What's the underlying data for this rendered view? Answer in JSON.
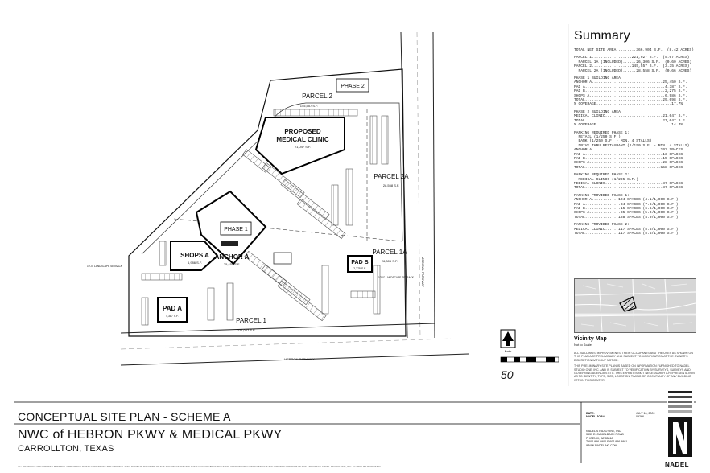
{
  "sheet": {
    "title": "CONCEPTUAL SITE PLAN - SCHEME A",
    "project": "NWC of HEBRON PKWY & MEDICAL PKWY",
    "location": "CARROLLTON, TEXAS",
    "date_label": "DATE:",
    "date_value": "JULY 10, 2009",
    "job_label": "NADEL JOB#",
    "job_value": "09266",
    "firm_lines": [
      "NADEL STUDIO ONE, INC.",
      "3333 E. CAMELBACK ROAD",
      "PHOENIX, AZ 85018",
      "T 602.956.9900   F 602.956.9901",
      "WWW.NADELINC.COM"
    ],
    "logo_text": "NADEL",
    "disclaimer": "ALL DRAWINGS AND WRITTEN MATERIAL APPEARING HEREIN CONSTITUTE THE ORIGINAL AND UNPUBLISHED WORK OF THE ARCHITECT AND THE SAME MAY NOT BE DUPLICATED, USED OR DISCLOSED WITHOUT THE WRITTEN CONSENT OF THE ARCHITECT. NADEL STUDIO ONE, INC. ALL RIGHTS RESERVED."
  },
  "plan": {
    "parcel_2": "PARCEL 2",
    "phase_2": "PHASE 2",
    "parcel_2_area": "145,557 S.F.",
    "proposed_1": "PROPOSED",
    "proposed_2": "MEDICAL CLINIC",
    "clinic_area": "21,047 S.F.",
    "parcel_2a": "PARCEL 2A",
    "parcel_2a_area": "28,558 S.F.",
    "phase_1": "PHASE 1",
    "anchor_a": "ANCHOR A",
    "anchor_area": "25,450 S.F.",
    "shops_a": "SHOPS A",
    "shops_area": "6,986 S.F.",
    "pad_b": "PAD B",
    "pad_b_area": "2,275 S.F.",
    "parcel_1a": "PARCEL 1A",
    "parcel_1a_area": "26,306 S.F.",
    "pad_a": "PAD A",
    "pad_a_area": "4,387 S.F.",
    "parcel_1": "PARCEL 1",
    "parcel_1_area": "221,027 S.F.",
    "hebron": "HEBRON PARKWAY",
    "medical": "MEDICAL PARKWAY",
    "setback_left": "10'-0\" LANDSCAPE SETBACK",
    "setback_right": "10'-0\" LANDSCAPE SETBACK",
    "scale": "50",
    "north": "North"
  },
  "summary": {
    "title": "Summary",
    "blocks": [
      [
        "TOTAL NET SITE AREA.........366,904 S.F.  (8.42 ACRES)"
      ],
      [
        "PARCEL 1..................221,027 S.F.  (5.07 ACRES)",
        "  PARCEL 1A (INCLUDED)......26,306 S.F.  (0.60 ACRES)",
        "PARCEL 2..................145,557 S.F.  (3.35 ACRES)",
        "  PARCEL 2A (INCLUDED)......28,558 S.F.  (0.66 ACRES)"
      ],
      [
        "PHASE 1 BUILDING AREA",
        "ANCHOR A................................25,450 S.F.",
        "PAD A....................................4,387 S.F.",
        "PAD B....................................2,275 S.F.",
        "SHOPS A..................................6,986 S.F.",
        "TOTAL...................................29,098 S.F.",
        "% COVERAGE..................................17.7%"
      ],
      [
        "PHASE 2 BUILDING AREA",
        "MEDICAL CLINIC..........................21,047 S.F.",
        "TOTAL...................................21,047 S.F.",
        "% COVERAGE..................................14.4%"
      ],
      [
        "PARKING REQUIRED PHASE 1:",
        "  RETAIL (1/250 S.F.)",
        "  BANK (1/250 S.F. - MIN. 4 STALLS)",
        "  DRIVE THRU RESTAURANT (1/150 S.F. - MIN. 4 STALLS)",
        "ANCHOR A...............................102 SPACES",
        "PAD A...................................13 SPACES",
        "PAD B...................................15 SPACES",
        "SHOPS A.................................28 SPACES",
        "TOTAL..................................158 SPACES"
      ],
      [
        "PARKING REQUIRED PHASE 2:",
        "  MEDICAL CLINIC (1/225 S.F.)",
        "MEDICAL CLINIC..........................87 SPACES",
        "TOTAL...................................87 SPACES"
      ],
      [
        "PARKING PROVIDED PHASE 1:",
        "ANCHOR A............104 SPACES (4.1/1,000 S.F.)",
        "PAD A................34 SPACES (7.8/1,000 S.F.)",
        "PAD B................15 SPACES (6.6/1,000 S.F.)",
        "SHOPS A..............35 SPACES (5.0/1,000 S.F.)",
        "TOTAL...............188 SPACES (4.9/1,000 S.F.)"
      ],
      [
        "PARKING PROVIDED PHASE 2:",
        "MEDICAL CLINIC......117 SPACES (5.6/1,000 S.F.)",
        "TOTAL...............117 SPACES (5.6/1,000 S.F.)"
      ]
    ]
  },
  "vicinity": {
    "title": "Vicinity Map",
    "subtitle": "Not to Scale"
  },
  "notes": [
    "ALL BUILDINGS, IMPROVEMENTS, THEIR OCCUPANTS AND THE USES AS SHOWN ON THIS PLAN ARE PRELIMINARY AND SUBJECT TO MODIFICATION AT THE OWNER'S DISCRETION WITHOUT NOTICE.",
    "THIS PRELIMINARY SITE PLAN IS BASED ON INFORMATION FURNISHED TO NADEL STUDIO ONE, INC. AND IS SUBJECT TO VERIFICATION BY SURVEYS, SURVEYS AND GOVERNING AGENCIES ETC. THIS EXHIBIT IS NOT NECESSARILY A REPRESENTATION AS TO IDENTITY, TYPE, SIZE, LOCATION, TIMING OR OCCUPANCY OF ANY BUILDING WITHIN THIS CENTER."
  ]
}
